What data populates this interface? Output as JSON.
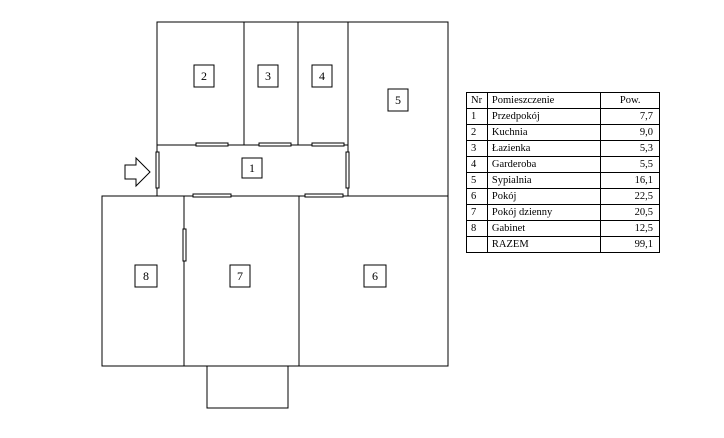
{
  "rooms": [
    {
      "id": "1",
      "name": "Przedpokój",
      "area": "7,7"
    },
    {
      "id": "2",
      "name": "Kuchnia",
      "area": "9,0"
    },
    {
      "id": "3",
      "name": "Łazienka",
      "area": "5,3"
    },
    {
      "id": "4",
      "name": "Garderoba",
      "area": "5,5"
    },
    {
      "id": "5",
      "name": "Sypialnia",
      "area": "16,1"
    },
    {
      "id": "6",
      "name": "Pokój",
      "area": "22,5"
    },
    {
      "id": "7",
      "name": "Pokój dzienny",
      "area": "20,5"
    },
    {
      "id": "8",
      "name": "Gabinet",
      "area": "12,5"
    }
  ],
  "table": {
    "headers": {
      "nr": "Nr",
      "name": "Pomieszczenie",
      "area": "Pow."
    },
    "total_label": "RAZEM",
    "total_area": "99,1"
  }
}
